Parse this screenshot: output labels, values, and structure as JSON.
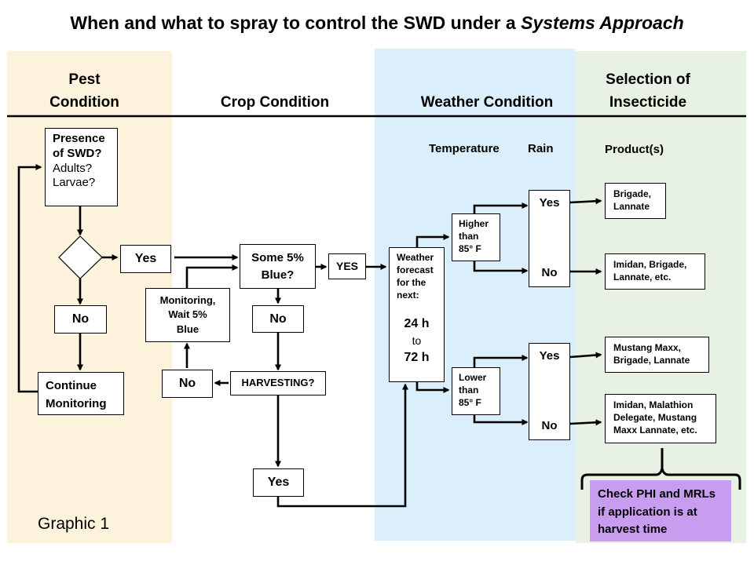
{
  "title": {
    "main": "When and what to spray to control the SWD under a ",
    "italic": "Systems Approach"
  },
  "columns": {
    "pest": "Pest\nCondition",
    "crop": "Crop  Condition",
    "weather": "Weather Condition",
    "insecticide": "Selection of\nInsecticide"
  },
  "subheaders": {
    "temperature": "Temperature",
    "rain": "Rain",
    "products": "Product(s)"
  },
  "pest": {
    "presence_bold": "Presence\nof SWD?",
    "presence_normal": "Adults?\nLarvae?",
    "yes": "Yes",
    "no": "No",
    "continue": "Continue\nMonitoring"
  },
  "crop": {
    "blue": "Some 5%\nBlue?",
    "yes_caps": "YES",
    "no_under_blue": "No",
    "monitoring": "Monitoring,\nWait  5%\nBlue",
    "no_left": "No",
    "harvesting": "HARVESTING?",
    "yes_bottom": "Yes"
  },
  "weather": {
    "forecast": "Weather\nforecast\nfor the\nnext:",
    "h24": "24 h",
    "to": "to",
    "h72": "72 h",
    "higher": "Higher\nthan\n85°  F",
    "lower": "Lower\nthan\n85°  F",
    "rain_top_yes": "Yes",
    "rain_top_no": "No",
    "rain_bottom_yes": "Yes",
    "rain_bottom_no": "No"
  },
  "products": [
    "Brigade,\nLannate",
    "Imidan, Brigade,\nLannate, etc.",
    "Mustang Maxx,\nBrigade, Lannate",
    "Imidan, Malathion\nDelegate, Mustang\nMaxx  Lannate, etc."
  ],
  "note": "Check PHI and MRLs\nif application is at\nharvest time",
  "footer": "Graphic 1",
  "colors": {
    "pest_bg": "#fdf3dc",
    "weather_bg": "#dbeefb",
    "insecticide_bg": "#e8f2e4",
    "note_bg": "#c89df0"
  }
}
